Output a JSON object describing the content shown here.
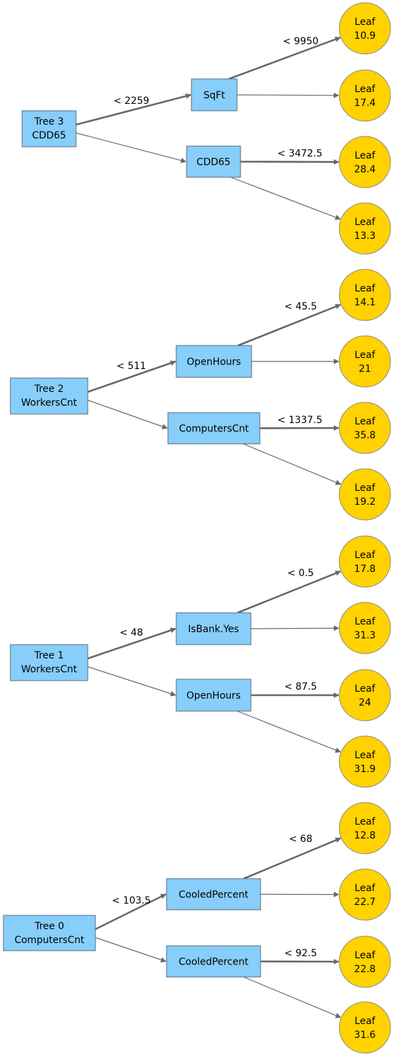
{
  "colors": {
    "root_fill": "#87cefa",
    "split_fill": "#87cefa",
    "leaf_fill": "#ffd200",
    "edge": "#686868"
  },
  "trees": [
    {
      "id": "tree-3",
      "root_line1": "Tree 3",
      "root_line2": "CDD65",
      "root_condition": "< 2259",
      "splits": [
        {
          "label": "SqFt",
          "condition": "< 9950",
          "leaves": [
            {
              "line1": "Leaf",
              "line2": "10.9"
            },
            {
              "line1": "Leaf",
              "line2": "17.4"
            }
          ]
        },
        {
          "label": "CDD65",
          "condition": "< 3472.5",
          "leaves": [
            {
              "line1": "Leaf",
              "line2": "28.4"
            },
            {
              "line1": "Leaf",
              "line2": "13.3"
            }
          ]
        }
      ]
    },
    {
      "id": "tree-2",
      "root_line1": "Tree 2",
      "root_line2": "WorkersCnt",
      "root_condition": "< 511",
      "splits": [
        {
          "label": "OpenHours",
          "condition": "< 45.5",
          "leaves": [
            {
              "line1": "Leaf",
              "line2": "14.1"
            },
            {
              "line1": "Leaf",
              "line2": "21"
            }
          ]
        },
        {
          "label": "ComputersCnt",
          "condition": "< 1337.5",
          "leaves": [
            {
              "line1": "Leaf",
              "line2": "35.8"
            },
            {
              "line1": "Leaf",
              "line2": "19.2"
            }
          ]
        }
      ]
    },
    {
      "id": "tree-1",
      "root_line1": "Tree 1",
      "root_line2": "WorkersCnt",
      "root_condition": "< 48",
      "splits": [
        {
          "label": "IsBank.Yes",
          "condition": "< 0.5",
          "leaves": [
            {
              "line1": "Leaf",
              "line2": "17.8"
            },
            {
              "line1": "Leaf",
              "line2": "31.3"
            }
          ]
        },
        {
          "label": "OpenHours",
          "condition": "< 87.5",
          "leaves": [
            {
              "line1": "Leaf",
              "line2": "24"
            },
            {
              "line1": "Leaf",
              "line2": "31.9"
            }
          ]
        }
      ]
    },
    {
      "id": "tree-0",
      "root_line1": "Tree 0",
      "root_line2": "ComputersCnt",
      "root_condition": "< 103.5",
      "splits": [
        {
          "label": "CooledPercent",
          "condition": "< 68",
          "leaves": [
            {
              "line1": "Leaf",
              "line2": "12.8"
            },
            {
              "line1": "Leaf",
              "line2": "22.7"
            }
          ]
        },
        {
          "label": "CooledPercent",
          "condition": "< 92.5",
          "leaves": [
            {
              "line1": "Leaf",
              "line2": "22.8"
            },
            {
              "line1": "Leaf",
              "line2": "31.6"
            }
          ]
        }
      ]
    }
  ]
}
